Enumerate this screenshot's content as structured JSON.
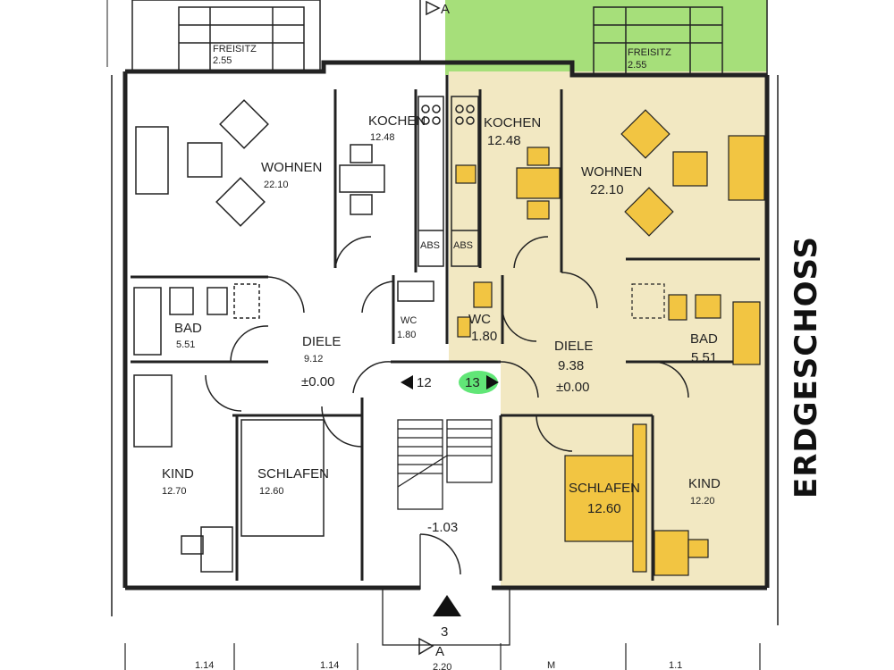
{
  "plan": {
    "floor_title": "ERDGESCHOSS",
    "colors": {
      "tint": "#f2e8c2",
      "furniture": "#f2c542",
      "garden": "#a6df7a",
      "wall": "#222222",
      "highlight": "#39e055"
    },
    "left_unit": {
      "freisitz": {
        "name": "FREISITZ",
        "area": "2.55"
      },
      "wohnen": {
        "name": "WOHNEN",
        "area": "22.10"
      },
      "kochen": {
        "name": "KOCHEN",
        "area": "12.48"
      },
      "bad": {
        "name": "BAD",
        "area": "5.51"
      },
      "diele": {
        "name": "DIELE",
        "area": "9.12",
        "level": "±0.00"
      },
      "wc": {
        "name": "WC",
        "area": "1.80"
      },
      "kind": {
        "name": "KIND",
        "area": "12.70"
      },
      "schlafen": {
        "name": "SCHLAFEN",
        "area": "12.60"
      },
      "abs": "ABS",
      "door_marker": "12"
    },
    "right_unit": {
      "freisitz": {
        "name": "FREISITZ",
        "area": "2.55"
      },
      "kochen": {
        "name": "KOCHEN",
        "area": "12.48"
      },
      "wohnen": {
        "name": "WOHNEN",
        "area": "22.10"
      },
      "wc": {
        "name": "WC",
        "area": "1.80"
      },
      "diele": {
        "name": "DIELE",
        "area": "9.38",
        "level": "±0.00"
      },
      "bad": {
        "name": "BAD",
        "area": "5.51"
      },
      "schlafen": {
        "name": "SCHLAFEN",
        "area": "12.60"
      },
      "kind": {
        "name": "KIND",
        "area": "12.20"
      },
      "abs": "ABS",
      "door_marker": "13"
    },
    "stair": {
      "level": "-1.03",
      "number": "3",
      "section_marker": "A"
    },
    "bottom_dims": [
      "1.14",
      "1.14",
      "2.20",
      "M",
      "1.1"
    ]
  }
}
